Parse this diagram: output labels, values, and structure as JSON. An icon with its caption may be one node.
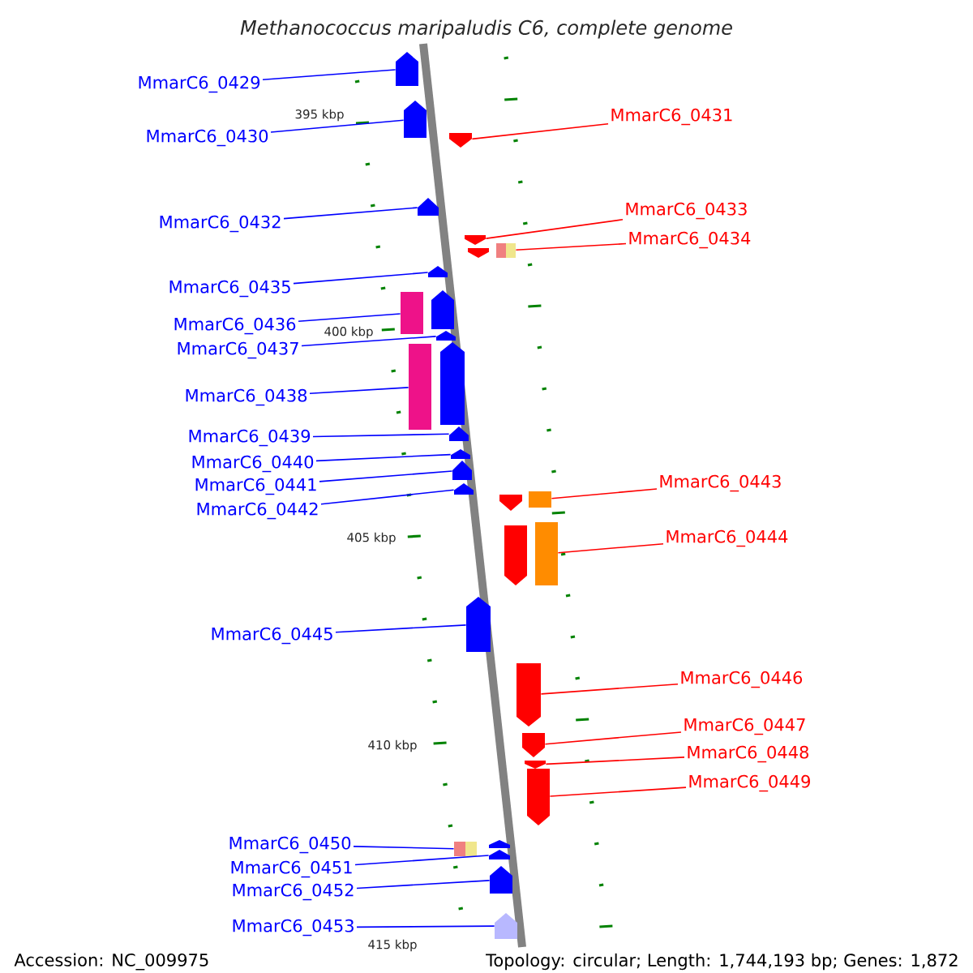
{
  "diagram": {
    "title": "Methanococcus maripaludis C6, complete genome",
    "nodes": [
      {
        "text": [
          "MmarC6_0429"
        ]
      },
      {
        "text": [
          "MmarC6_0431"
        ]
      },
      {
        "text": [
          "MmarC6_0430"
        ]
      },
      {
        "text": [
          "MmarC6_0433"
        ]
      },
      {
        "text": [
          "MmarC6_0432"
        ]
      },
      {
        "text": [
          "MmarC6_0434"
        ]
      },
      {
        "text": [
          "MmarC6_0435"
        ]
      },
      {
        "text": [
          "MmarC6_0436"
        ]
      },
      {
        "text": [
          "MmarC6_0437"
        ]
      },
      {
        "text": [
          "MmarC6_0438"
        ]
      },
      {
        "text": [
          "MmarC6_0439"
        ]
      },
      {
        "text": [
          "MmarC6_0440"
        ]
      },
      {
        "text": [
          "MmarC6_0443"
        ]
      },
      {
        "text": [
          "MmarC6_0441"
        ]
      },
      {
        "text": [
          "MmarC6_0442"
        ]
      },
      {
        "text": [
          "MmarC6_0444"
        ]
      },
      {
        "text": [
          "MmarC6_0445"
        ]
      },
      {
        "text": [
          "MmarC6_0446"
        ]
      },
      {
        "text": [
          "MmarC6_0447"
        ]
      },
      {
        "text": [
          "MmarC6_0448"
        ]
      },
      {
        "text": [
          "MmarC6_0449"
        ]
      },
      {
        "text": [
          "MmarC6_0450"
        ]
      },
      {
        "text": [
          "MmarC6_0451"
        ]
      },
      {
        "text": [
          "MmarC6_0452"
        ]
      },
      {
        "text": [
          "MmarC6_0453"
        ]
      },
      {
        "text": [],
        "shape": "pentagon"
      },
      {
        "text": [],
        "shape": "pentagon"
      },
      {
        "text": [],
        "shape": "pentagon"
      },
      {
        "text": [],
        "shape": "pentagon"
      },
      {
        "text": [],
        "shape": "pentagon"
      },
      {
        "text": [],
        "shape": "pentagon"
      },
      {
        "text": [],
        "shape": "box"
      },
      {
        "text": [],
        "shape": "pentagon"
      },
      {
        "text": [],
        "shape": "pentagon"
      },
      {
        "text": [],
        "shape": "box"
      },
      {
        "text": [],
        "shape": "pentagon"
      },
      {
        "text": [],
        "shape": "pentagon"
      },
      {
        "text": [],
        "shape": "box"
      },
      {
        "text": [],
        "shape": "pentagon"
      },
      {
        "text": [],
        "shape": "pentagon"
      },
      {
        "text": [],
        "shape": "pentagon"
      },
      {
        "text": [],
        "shape": "pentagon"
      },
      {
        "text": [],
        "shape": "pentagon"
      },
      {
        "text": [],
        "shape": "box"
      },
      {
        "text": [],
        "shape": "box"
      },
      {
        "text": [],
        "shape": "pentagon"
      },
      {
        "text": [],
        "shape": "pentagon"
      },
      {
        "text": [],
        "shape": "pentagon"
      },
      {
        "text": [],
        "shape": "pentagon"
      },
      {
        "text": [],
        "shape": "pentagon"
      },
      {
        "text": [],
        "shape": "pentagon"
      },
      {
        "text": [],
        "shape": "pentagon"
      },
      {
        "text": [],
        "shape": "box"
      },
      {
        "text": [],
        "shape": "pentagon"
      },
      {
        "text": [],
        "shape": "pentagon"
      },
      {
        "text": [],
        "shape": "pentagon"
      }
    ],
    "edges": [
      {
        "from": 0,
        "to": 25,
        "arrow": "none"
      },
      {
        "from": 1,
        "to": 27,
        "arrow": "none",
        "color": "#ff0000"
      },
      {
        "from": 2,
        "to": 26,
        "arrow": "none"
      },
      {
        "from": 3,
        "to": 29,
        "arrow": "none",
        "color": "#ff0000"
      },
      {
        "from": 4,
        "to": 28,
        "arrow": "none"
      },
      {
        "from": 5,
        "to": 31,
        "arrow": "none",
        "color": "#ff0000"
      },
      {
        "from": 6,
        "to": 32,
        "arrow": "none"
      },
      {
        "from": 7,
        "to": 34,
        "arrow": "none"
      },
      {
        "from": 8,
        "to": 35,
        "arrow": "none"
      },
      {
        "from": 9,
        "to": 37,
        "arrow": "none"
      },
      {
        "from": 10,
        "to": 38,
        "arrow": "none"
      },
      {
        "from": 11,
        "to": 39,
        "arrow": "none"
      },
      {
        "from": 12,
        "to": 43,
        "arrow": "none",
        "color": "#ff0000"
      },
      {
        "from": 13,
        "to": 40,
        "arrow": "none"
      },
      {
        "from": 14,
        "to": 41,
        "arrow": "none"
      },
      {
        "from": 15,
        "to": 44,
        "arrow": "none",
        "color": "#ff0000"
      },
      {
        "from": 16,
        "to": 46,
        "arrow": "none"
      },
      {
        "from": 17,
        "to": 47,
        "arrow": "none",
        "color": "#ff0000"
      },
      {
        "from": 18,
        "to": 48,
        "arrow": "none",
        "color": "#ff0000"
      },
      {
        "from": 19,
        "to": 49,
        "arrow": "none",
        "color": "#ff0000"
      },
      {
        "from": 20,
        "to": 50,
        "arrow": "none",
        "color": "#ff0000"
      },
      {
        "from": 21,
        "to": 52,
        "arrow": "none"
      },
      {
        "from": 22,
        "to": 53,
        "arrow": "none"
      },
      {
        "from": 23,
        "to": 54,
        "arrow": "none"
      },
      {
        "from": 24,
        "to": 55,
        "arrow": "none"
      }
    ],
    "labels": [
      "395 kbp",
      "400 kbp",
      "405 kbp",
      "410 kbp",
      "415 kbp",
      "Accession: NC_009975",
      "Topology: circular; Length: 1,744,193 bp; Genes: 1,872"
    ]
  }
}
